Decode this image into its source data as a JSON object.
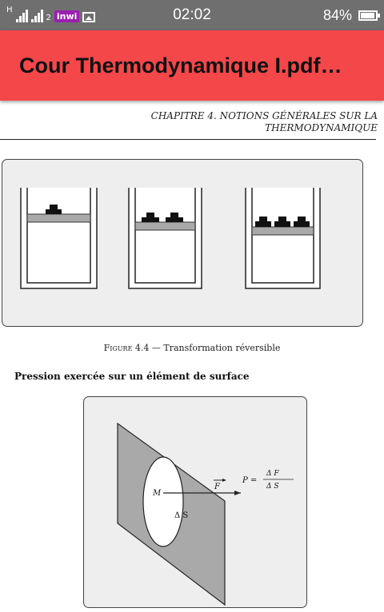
{
  "status_bar": {
    "time": "02:02",
    "battery_percent": "84%",
    "sim_indicator_1": "H",
    "sim_indicator_2": "2",
    "carrier_badge": "inwi",
    "battery_level": 0.84,
    "icons": [
      "signal-sim1-icon",
      "signal-sim2-icon",
      "carrier-badge",
      "image-notification-icon",
      "battery-icon"
    ]
  },
  "app_bar": {
    "title": "Cour Thermodynamique I.pdf…",
    "color": "#f4474a"
  },
  "document": {
    "running_header_line1": "CHAPITRE 4.  NOTIONS GÉNÉRALES SUR LA",
    "running_header_line2": "THERMODYNAMIQUE",
    "figure1": {
      "caption_label": "Figure 4.4",
      "caption_sep": " — ",
      "caption_text": "Transformation réversible",
      "containers": [
        {
          "weights": 1
        },
        {
          "weights": 2
        },
        {
          "weights": 3
        }
      ]
    },
    "section_heading": "Pression exercée sur un élément de surface",
    "figure2": {
      "label_M": "M",
      "label_F": "F",
      "label_dS": "Δ S",
      "formula_left": "P =",
      "formula_num": "Δ  F",
      "formula_den": "Δ  S"
    }
  }
}
